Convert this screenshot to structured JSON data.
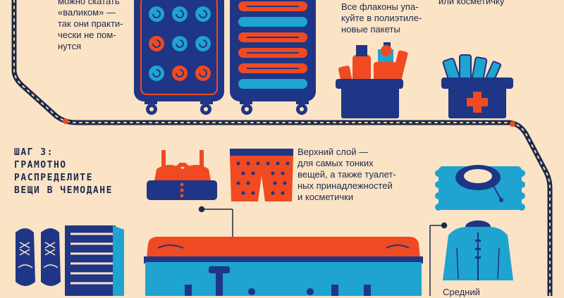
{
  "texts": {
    "rolling_tip": "можно скатать\n«валиком» —\nтак они практи-\nчески не пом-\nнутся",
    "bottles_tip": "Все флаконы упа-\nкуйте в полиэтиле-\nновые пакеты",
    "cosmetics_tip": "или косметичку",
    "top_layer_tip": "Верхний слой —\nдля самых тонких\nвещей, а также туалет-\nных принадлежностей\nи косметички",
    "middle_label": "Средний"
  },
  "step": {
    "line1": "ШАГ 3:",
    "line2": "ГРАМОТНО",
    "line3": "РАСПРЕДЕЛИТЕ",
    "line4": "ВЕЩИ В ЧЕМОДАНЕ"
  },
  "colors": {
    "background": "#FBE3C6",
    "navy": "#1F3585",
    "orange": "#EF4A22",
    "cyan": "#1FA3CF",
    "dark": "#1C2A4A"
  },
  "icons": [
    "suitcase-rolled-clothes-icon",
    "suitcase-folded-clothes-icon",
    "toiletry-bag-icon",
    "first-aid-kit-icon",
    "top-icon",
    "shorts-icon",
    "shoes-icon",
    "folded-towels-icon",
    "open-suitcase-icon",
    "fur-collar-jacket-icon",
    "hoodie-icon"
  ]
}
